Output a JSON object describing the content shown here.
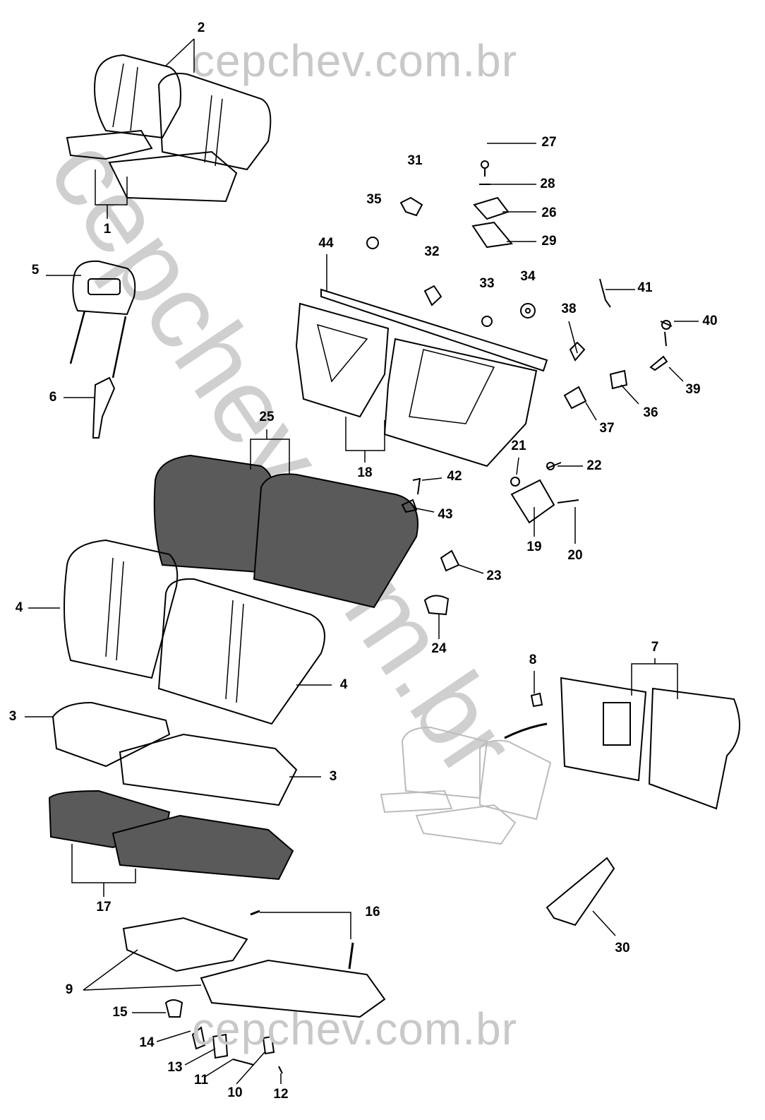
{
  "watermark": {
    "top": "cepchev.com.br",
    "diagonal": "cepchev.com.br",
    "bottom": "cepchev.com.br"
  },
  "labels": {
    "l1": "1",
    "l2": "2",
    "l3a": "3",
    "l3b": "3",
    "l4a": "4",
    "l4b": "4",
    "l5": "5",
    "l6": "6",
    "l7": "7",
    "l8": "8",
    "l9": "9",
    "l10": "10",
    "l11": "11",
    "l12": "12",
    "l13": "13",
    "l14": "14",
    "l15": "15",
    "l16": "16",
    "l17": "17",
    "l18": "18",
    "l19": "19",
    "l20": "20",
    "l21": "21",
    "l22": "22",
    "l23": "23",
    "l24": "24",
    "l25": "25",
    "l26": "26",
    "l27": "27",
    "l28": "28",
    "l29": "29",
    "l30": "30",
    "l31": "31",
    "l32": "32",
    "l33": "33",
    "l34": "34",
    "l35": "35",
    "l36": "36",
    "l37": "37",
    "l38": "38",
    "l39": "39",
    "l40": "40",
    "l41": "41",
    "l42": "42",
    "l43": "43",
    "l44": "44"
  },
  "colors": {
    "line": "#000000",
    "foam": "#555555",
    "watermark": "#c8c8c8",
    "ghost": "#bbbbbb"
  }
}
